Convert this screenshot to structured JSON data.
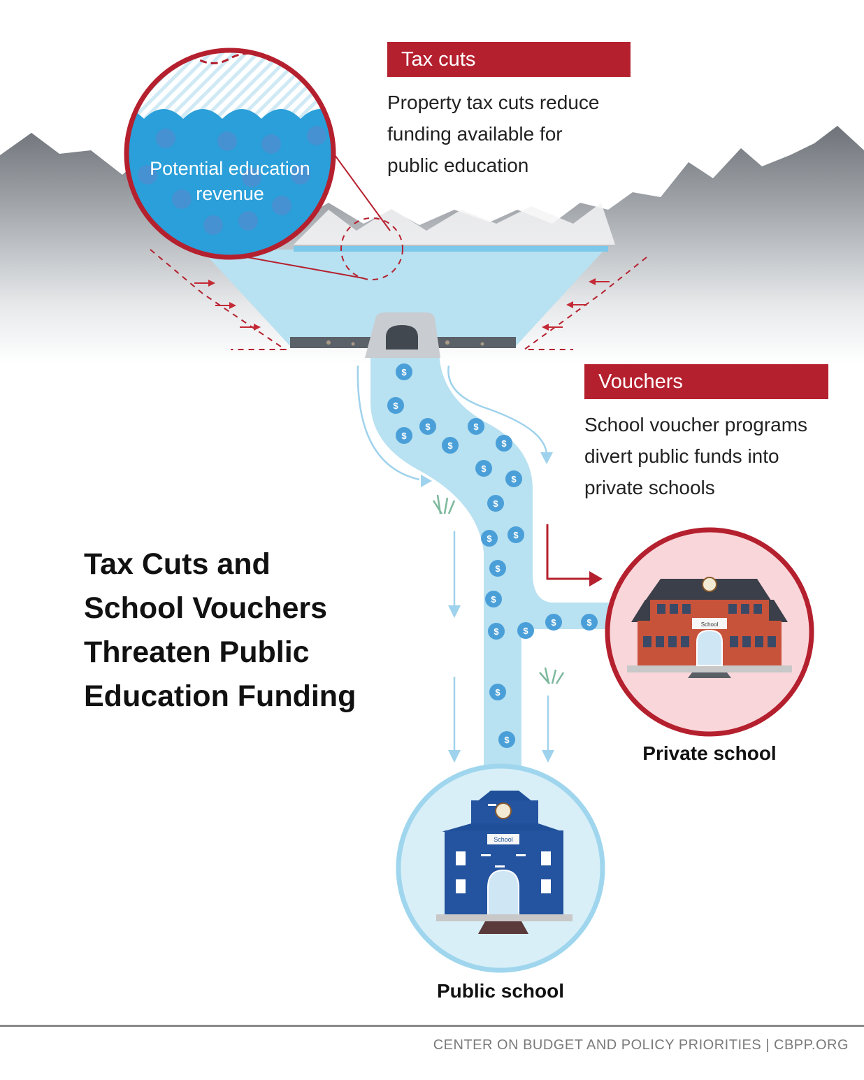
{
  "colors": {
    "accent_red": "#b5202e",
    "water_blue": "#b8e1f1",
    "coin_blue": "#4a9fd8",
    "private_school_fill": "#f9d6da",
    "public_school_fill": "#d9eff8",
    "mountain_grey": "#7b8086"
  },
  "tax_cuts": {
    "tag": "Tax cuts",
    "lines": [
      "Property tax cuts reduce",
      "funding available for",
      "public education"
    ]
  },
  "vouchers": {
    "tag": "Vouchers",
    "lines": [
      "School voucher programs",
      "divert public funds into",
      "private schools"
    ]
  },
  "reservoir": {
    "lines": [
      "Potential education",
      "revenue"
    ],
    "coin_symbol": "$"
  },
  "title": {
    "lines": [
      "Tax Cuts and",
      "School Vouchers",
      "Threaten Public",
      "Education Funding"
    ]
  },
  "private_school": {
    "label": "Private school",
    "sign": "School",
    "icon": "red-brick-school-icon"
  },
  "public_school": {
    "label": "Public school",
    "sign": "School",
    "icon": "blue-school-icon"
  },
  "footer": {
    "credit": "CENTER ON BUDGET AND POLICY PRIORITIES | CBPP.ORG"
  }
}
